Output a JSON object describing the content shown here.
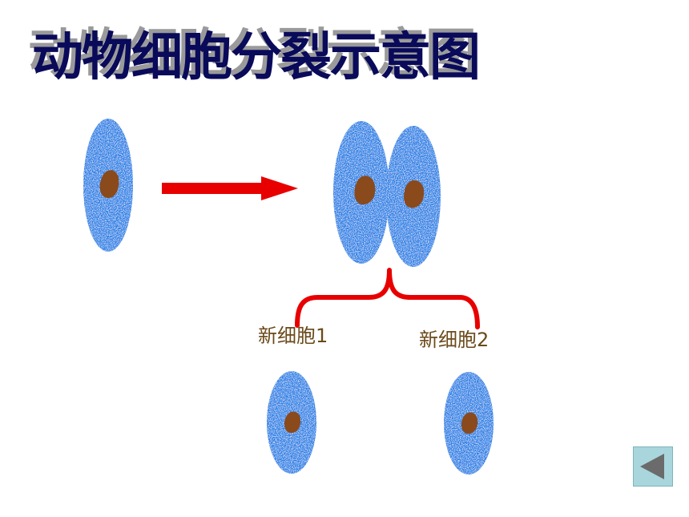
{
  "title": "动物细胞分裂示意图",
  "labels": {
    "new_cell_1": "新细胞1",
    "new_cell_2": "新细胞2"
  },
  "colors": {
    "cell": "#1e7fe6",
    "nucleus": "#8a4a1c",
    "arrow": "#e80000",
    "brace": "#e80000",
    "title": "#0a0a5a",
    "title_shadow": "#9a9a9a",
    "label": "#6b4a1a",
    "back_button_bg": "#a8d6dc",
    "back_button_icon": "#6b6b6b"
  },
  "icons": {
    "back": "triangle-left-icon"
  }
}
